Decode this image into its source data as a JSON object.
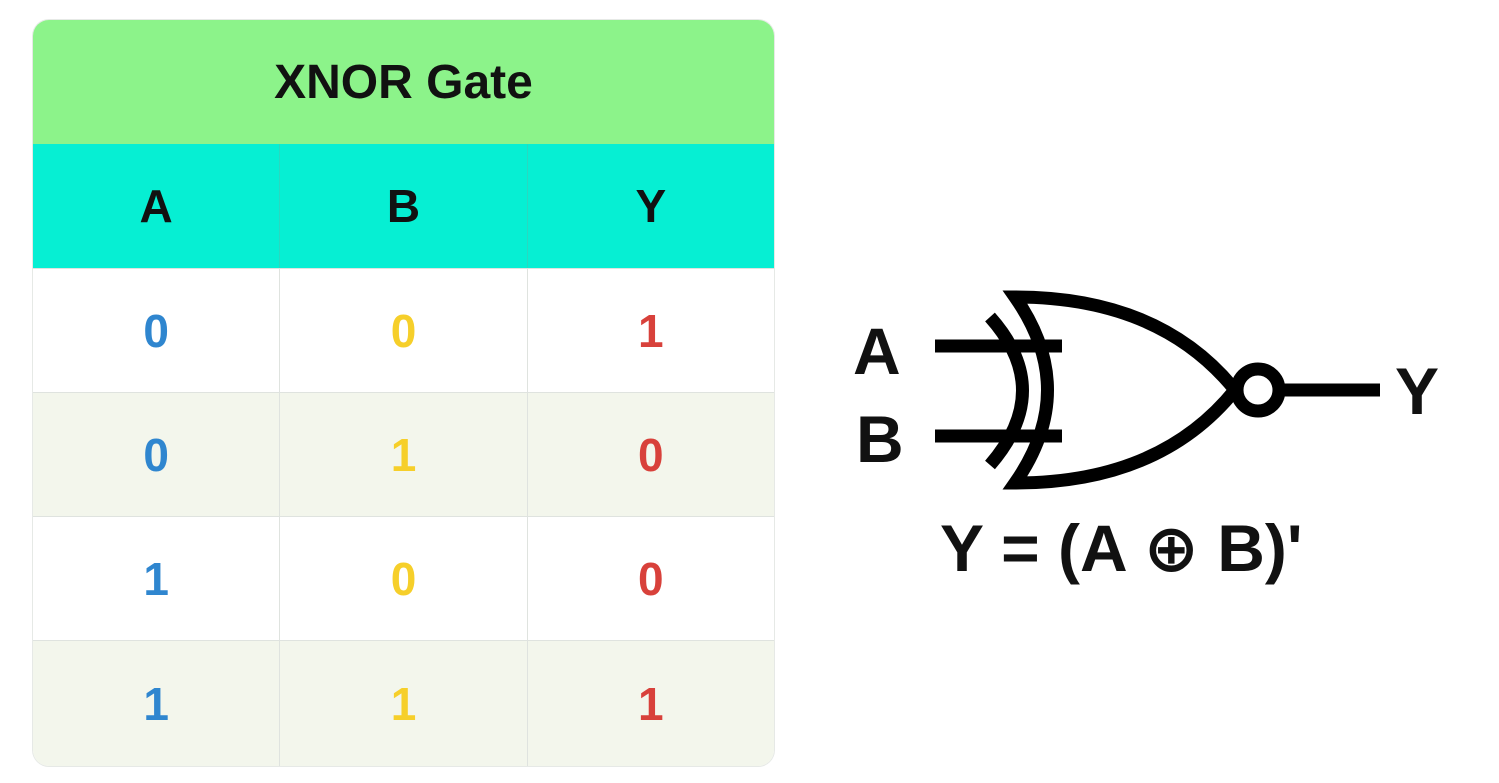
{
  "title": "XNOR Gate",
  "columns": [
    "A",
    "B",
    "Y"
  ],
  "rows": [
    [
      "0",
      "0",
      "1"
    ],
    [
      "0",
      "1",
      "0"
    ],
    [
      "1",
      "0",
      "0"
    ],
    [
      "1",
      "1",
      "1"
    ]
  ],
  "colors": {
    "title_bg": "#8cf38a",
    "header_bg": "#06efd3",
    "col_a": "#2f86cf",
    "col_b": "#f6cf2a",
    "col_y": "#d8413b",
    "row_alt": "#f3f6ec"
  },
  "gate": {
    "input_a": "A",
    "input_b": "B",
    "output": "Y",
    "expression": "Y = (A ⊕ B)'"
  }
}
